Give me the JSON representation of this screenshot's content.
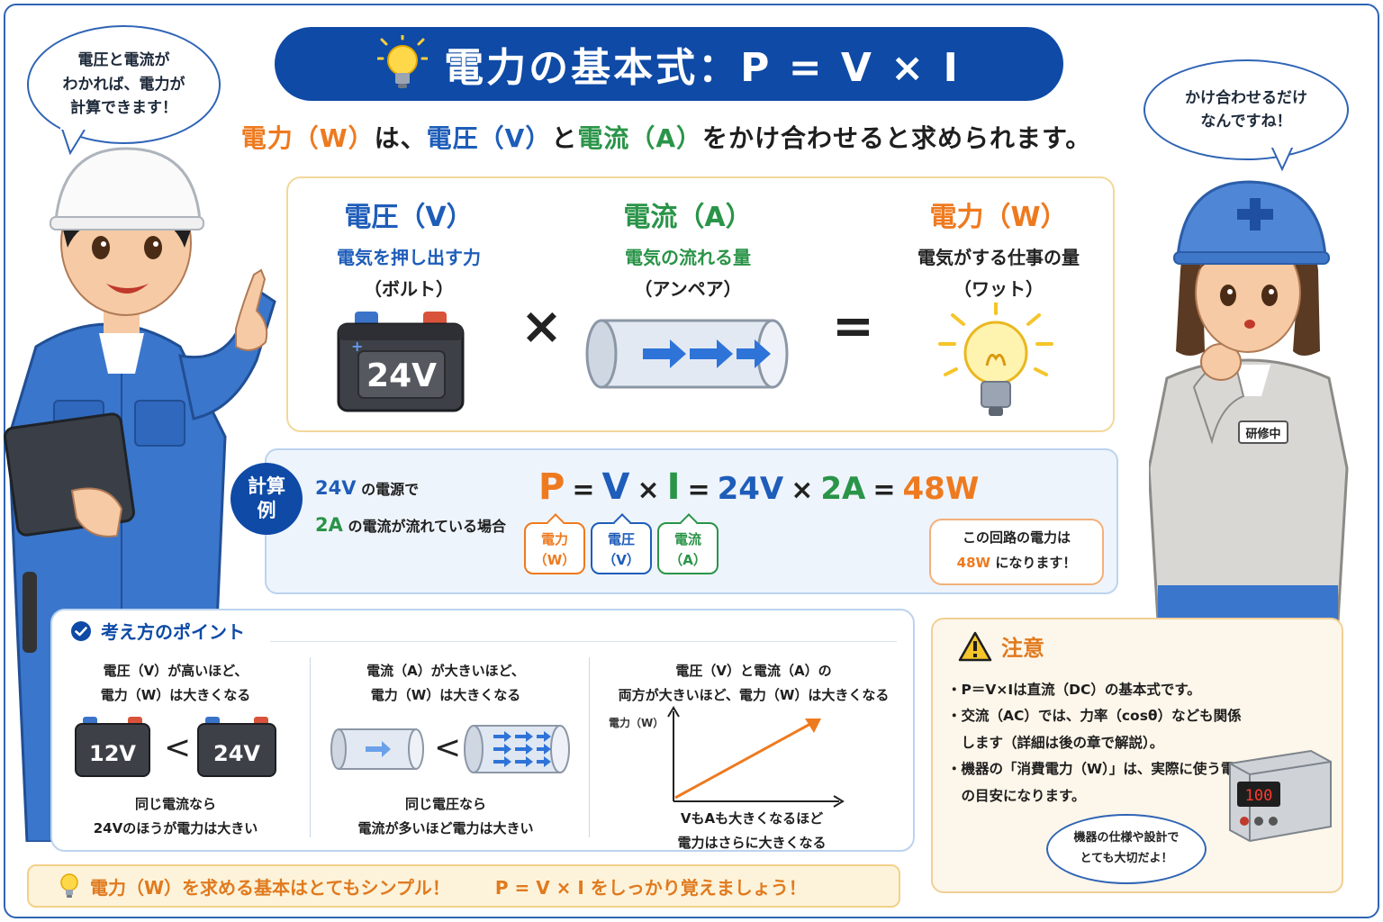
{
  "title": {
    "icon": "lightbulb-icon",
    "text": "電力の基本式：P = V × I"
  },
  "subtitle": {
    "part1": "電力（W）",
    "part2": "は、",
    "part3": "電圧（V）",
    "part4": "と",
    "part5": "電流（A）",
    "part6": "をかけ合わせると求められます。"
  },
  "bubbles": {
    "left": [
      "電圧と電流が",
      "わかれば、電力が",
      "計算できます！"
    ],
    "right": [
      "かけ合わせるだけ",
      "なんですね！"
    ]
  },
  "formula": {
    "voltage": {
      "head": "電圧（V）",
      "desc": "電気を押し出す力",
      "unit": "（ボルト）",
      "battery_label": "24V"
    },
    "current": {
      "head": "電流（A）",
      "desc": "電気の流れる量",
      "unit": "（アンペア）"
    },
    "power": {
      "head": "電力（W）",
      "desc": "電気がする仕事の量",
      "unit": "（ワット）"
    },
    "times": "×",
    "equals": "="
  },
  "calc": {
    "badge": [
      "計算",
      "例"
    ],
    "cond1_num": "24V",
    "cond1_text": "の電源で",
    "cond2_num": "2A",
    "cond2_text": "の電流が流れている場合",
    "eq": {
      "p": "P",
      "eq1": "=",
      "v": "V",
      "x1": "×",
      "i": "I",
      "eq2": "=",
      "val_v": "24V",
      "x2": "×",
      "val_a": "2A",
      "eq3": "=",
      "val_w": "48W"
    },
    "tags": {
      "w": [
        "電力",
        "（W）"
      ],
      "v": [
        "電圧",
        "（V）"
      ],
      "a": [
        "電流",
        "（A）"
      ]
    },
    "note_line1": "この回路の電力は",
    "note_num": "48W",
    "note_rest": "になります！"
  },
  "points": {
    "title": "考え方のポイント",
    "col1": {
      "top": [
        "電圧（V）が高いほど、",
        "電力（W）は大きくなる"
      ],
      "left_label": "12V",
      "right_label": "24V",
      "compare": "<",
      "bottom": [
        "同じ電流なら",
        "24Vのほうが電力は大きい"
      ]
    },
    "col2": {
      "top": [
        "電流（A）が大きいほど、",
        "電力（W）は大きくなる"
      ],
      "compare": "<",
      "bottom": [
        "同じ電圧なら",
        "電流が多いほど電力は大きい"
      ]
    },
    "col3": {
      "top": [
        "電圧（V）と電流（A）の",
        "両方が大きいほど、電力（W）は大きくなる"
      ],
      "axis_label": "電力（W）",
      "bottom": [
        "VもAも大きくなるほど",
        "電力はさらに大きくなる"
      ]
    }
  },
  "caution": {
    "title": "注意",
    "items": [
      "・P＝V×Iは直流（DC）の基本式です。",
      "・交流（AC）では、力率（cosθ）なども関係します（詳細は後の章で解説）。",
      "・機器の「消費電力（W）」は、実際に使う電力の目安になります。"
    ],
    "device_display": "100",
    "bubble": [
      "機器の仕様や設計で",
      "とても大切だよ！"
    ]
  },
  "name_tag": "研修中",
  "bottom": {
    "part1": "電力（W）を求める基本はとてもシンプル！",
    "part2": "P = V × I をしっかり覚えましょう！"
  },
  "colors": {
    "navy": "#0e4aa6",
    "orange": "#ee7a1f",
    "blue": "#1e5db9",
    "green": "#2a9448"
  }
}
